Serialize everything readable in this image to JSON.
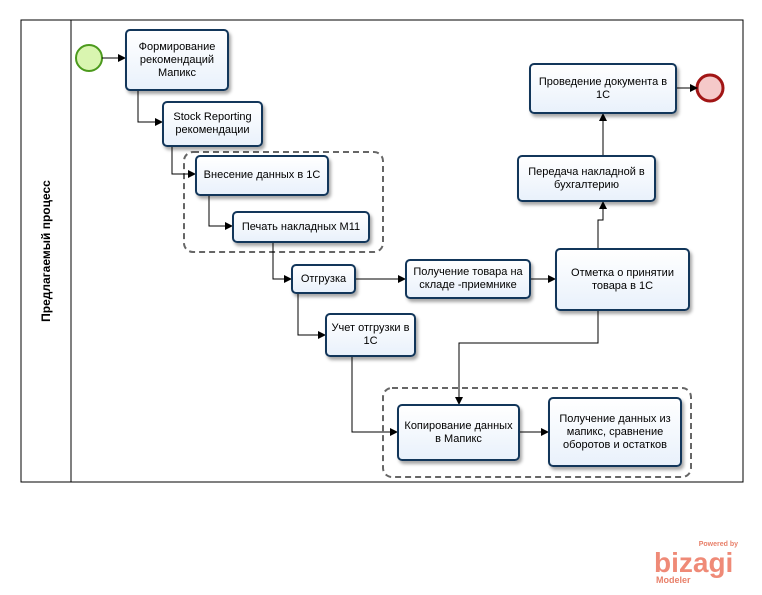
{
  "lane": {
    "label": "Предлагаемый процесс"
  },
  "tasks": {
    "t1": "Формирование рекомендаций Мапикс",
    "t2": "Stock Reporting рекомендации",
    "t3": "Внесение данных в 1С",
    "t4": "Печать накладных М11",
    "t5": "Отгрузка",
    "t6": "Учет отгрузки в 1С",
    "t7": "Получение товара на складе -приемнике",
    "t8": "Отметка о принятии товара в 1С",
    "t9": "Передача накладной в бухгалтерию",
    "t10": "Проведение документа в 1С",
    "t11": "Копирование данных в Мапикс",
    "t12": "Получение данных из мапикс, сравнение оборотов и остатков"
  },
  "logo": {
    "powered": "Powered by",
    "brand": "bizagi",
    "product": "Modeler"
  },
  "colors": {
    "task_border": "#12365a",
    "start_fill": "#d9f5b0",
    "start_stroke": "#4c9a1d",
    "end_fill": "#f5c9c9",
    "end_stroke": "#a11515",
    "logo": "#ef8a77"
  }
}
